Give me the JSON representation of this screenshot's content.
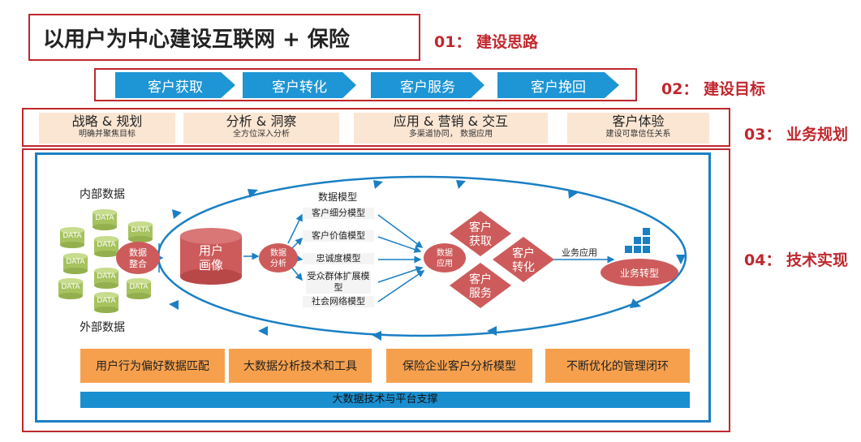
{
  "title": "以用户为中心建设互联网 + 保险",
  "sections": {
    "s1": "01： 建设思路",
    "s2": "02： 建设目标",
    "s3": "03： 业务规划",
    "s4": "04： 技术实现"
  },
  "goals": [
    "客户获取",
    "客户转化",
    "客户服务",
    "客户挽回"
  ],
  "planning": [
    {
      "title": "战略 & 规划",
      "sub": "明确并聚焦目标"
    },
    {
      "title": "分析 & 洞察",
      "sub": "全方位深入分析"
    },
    {
      "title": "应用 & 营销 & 交互",
      "sub": "多渠道协同， 数据应用"
    },
    {
      "title": "客户体验",
      "sub": "建设可靠信任关系"
    }
  ],
  "diagram": {
    "internal_data": "内部数据",
    "external_data": "外部数据",
    "data_label": "DATA",
    "integrate_1": "数据",
    "integrate_2": "整合",
    "portrait_1": "用户",
    "portrait_2": "画像",
    "analysis_1": "数据",
    "analysis_2": "分析",
    "models_title": "数据模型",
    "models": [
      "客户细分模型",
      "客户价值模型",
      "忠诚度模型",
      "受众群体扩展模型",
      "社会网络模型"
    ],
    "application_1": "数据",
    "application_2": "应用",
    "acquire_1": "客户",
    "acquire_2": "获取",
    "convert_1": "客户",
    "convert_2": "转化",
    "service_1": "客户",
    "service_2": "服务",
    "business_app": "业务应用",
    "transform": "业务转型"
  },
  "tech": [
    "用户行为偏好数据匹配",
    "大数据分析技术和工具",
    "保险企业客户分析模型",
    "不断优化的管理闭环"
  ],
  "platform": "大数据技术与平台支撑",
  "colors": {
    "red_border": "#c0272d",
    "blue_step": "#1e95d4",
    "planning_card": "#fbe6d3",
    "circle_red": "#cd5b5b",
    "loop_blue": "#1a7fc4",
    "orange_box": "#f6a04d",
    "data_green": "#a6c35f"
  }
}
